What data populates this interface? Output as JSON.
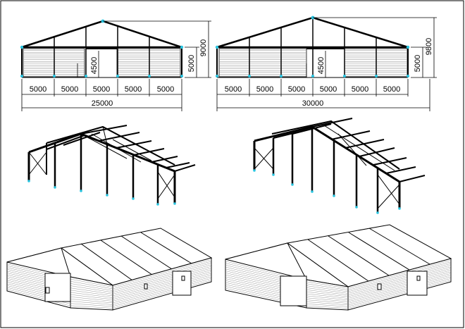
{
  "drawings": {
    "tent_25m": {
      "bay_labels": [
        "5000",
        "5000",
        "5000",
        "5000",
        "5000"
      ],
      "total_span": "25000",
      "ridge_height": "9000",
      "eave_height": "5000",
      "door_height": "4500"
    },
    "tent_30m": {
      "bay_labels": [
        "5000",
        "5000",
        "5000",
        "5000",
        "5000",
        "5000"
      ],
      "total_span": "30000",
      "ridge_height": "9800",
      "eave_height": "5000",
      "door_height": "4500"
    }
  },
  "colors": {
    "joint": "#27c4e0",
    "line": "#000000"
  }
}
